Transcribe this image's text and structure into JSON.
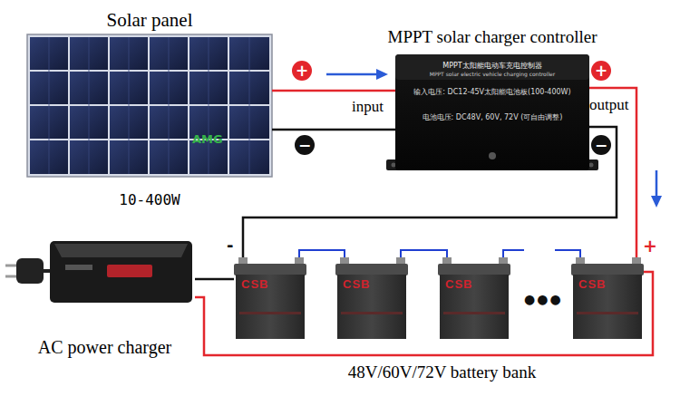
{
  "diagram": {
    "nodes": [
      {
        "text": [
          "Solar panel",
          "AMG",
          "10-400W"
        ]
      },
      {
        "text": [
          "MPPT solar charger controller",
          "MPPT太阳能电动车充电控制器",
          "MPPT solar electric vehicle charging controller",
          "输入电压: DC12-45V太阳能电池板(100-400W)",
          "电池电压: DC48V, 60V, 72V (可自由调整)"
        ]
      },
      {
        "text": [
          "48V/60V/72V battery bank"
        ]
      },
      {
        "text": [
          "CSB"
        ],
        "in": 2
      },
      {
        "text": [
          "CSB"
        ],
        "in": 2
      },
      {
        "text": [
          "CSB"
        ],
        "in": 2
      },
      {
        "text": [
          "CSB"
        ],
        "in": 2
      },
      {
        "text": [
          "AC power charger"
        ]
      }
    ],
    "edges": [
      {
        "from": 0,
        "to": 1,
        "arrow": "none"
      },
      {
        "from": 0,
        "to": 1,
        "arrow": "none"
      },
      {
        "from": 1,
        "to": 6,
        "arrow": "none"
      },
      {
        "from": 1,
        "to": 3,
        "arrow": "none"
      },
      {
        "from": 7,
        "to": 3,
        "arrow": "none"
      },
      {
        "from": 7,
        "to": 6,
        "arrow": "none"
      },
      {
        "from": 3,
        "to": 4,
        "arrow": "none"
      },
      {
        "from": 4,
        "to": 5,
        "arrow": "none"
      }
    ],
    "labels": [
      "+",
      "−",
      "input",
      "output",
      "+",
      "−",
      "-",
      "+",
      "●●●"
    ]
  }
}
